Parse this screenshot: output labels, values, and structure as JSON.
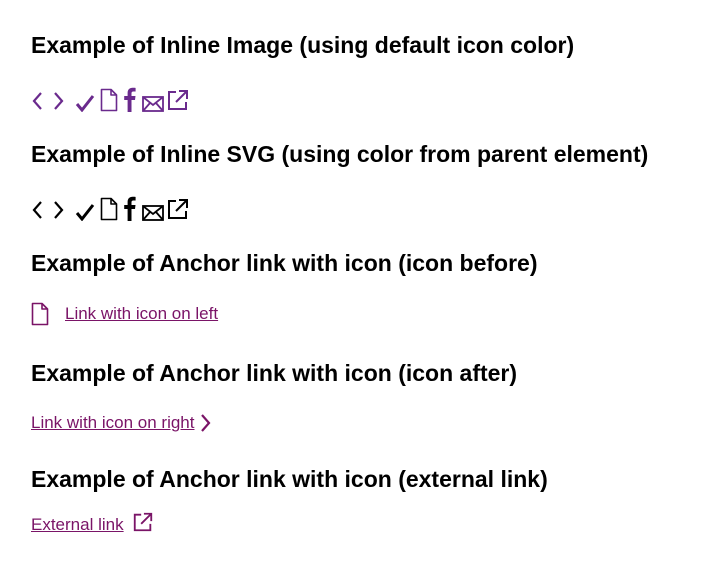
{
  "sections": [
    {
      "heading": "Example of Inline Image (using default icon color)"
    },
    {
      "heading": "Example of Inline SVG (using color from parent element)"
    },
    {
      "heading": "Example of Anchor link with icon (icon before)"
    },
    {
      "heading": "Example of Anchor link with icon (icon after)"
    },
    {
      "heading": "Example of Anchor link with icon (external link)"
    }
  ],
  "icon_set": [
    "chevron-left-icon",
    "chevron-right-icon",
    "checkmark-icon",
    "document-icon",
    "facebook-icon",
    "mail-icon",
    "external-link-icon"
  ],
  "links": {
    "left": {
      "label": "Link with icon on left",
      "icon": "document-icon"
    },
    "right": {
      "label": "Link with icon on right",
      "icon": "chevron-right-icon"
    },
    "external": {
      "label": "External link",
      "icon": "external-link-icon"
    }
  },
  "colors": {
    "inline_image_icons": "#6a2a8d",
    "inline_svg_icons": "#000000",
    "link": "#7a1467",
    "heading": "#000000"
  }
}
